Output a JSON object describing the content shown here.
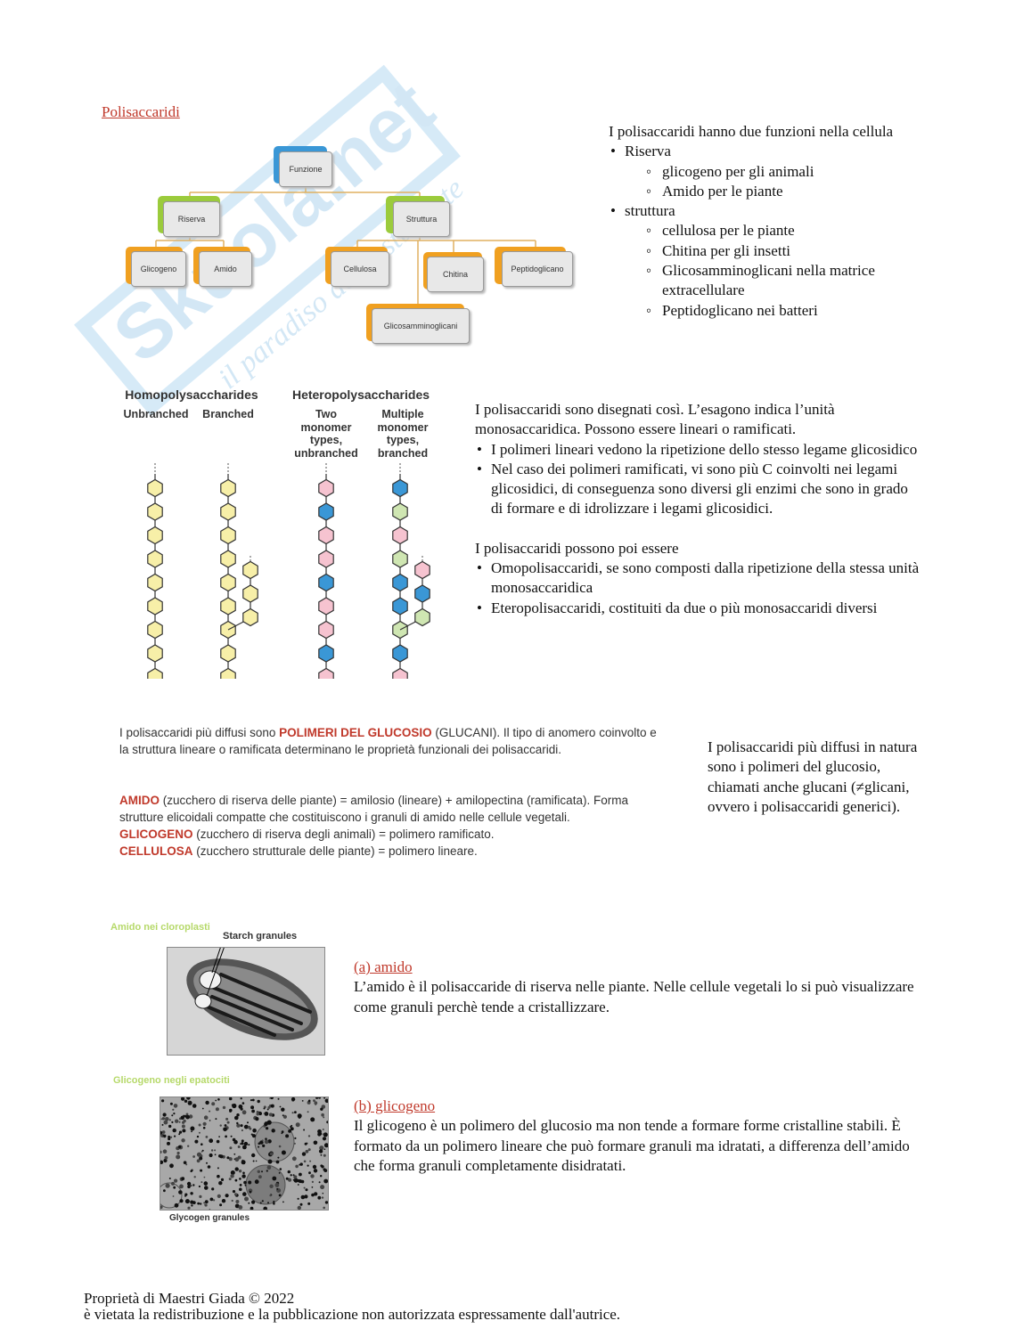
{
  "watermark": {
    "brand": "Skuola.net",
    "tagline": "il paradiso dello studente"
  },
  "section_title": "Polisaccaridi",
  "diagram": {
    "root": "Funzione",
    "level1": [
      "Riserva",
      "Struttura"
    ],
    "reserve": [
      "Glicogeno",
      "Amido"
    ],
    "structure": [
      "Cellulosa",
      "Chitina",
      "Peptidoglicano"
    ],
    "extra": "Glicosamminoglicani"
  },
  "functions": {
    "intro": "I polisaccaridi hanno due funzioni nella cellula",
    "groups": [
      {
        "label": "Riserva",
        "items": [
          "glicogeno per gli animali",
          "Amido per le piante"
        ]
      },
      {
        "label": "struttura",
        "items": [
          "cellulosa per le piante",
          "Chitina per gli insetti",
          "Glicosamminoglicani nella matrice extracellulare",
          "Peptidoglicano nei batteri"
        ]
      }
    ]
  },
  "figure2": {
    "homo": "Homopolysaccharides",
    "hetero": "Heteropolysaccharides",
    "unbranched": "Unbranched",
    "branched": "Branched",
    "two": "Two monomer types, unbranched",
    "multi": "Multiple monomer types, branched"
  },
  "structure_text": {
    "intro": "I polisaccaridi sono disegnati così. L’esagono indica l’unità monosaccaridica. Possono essere lineari o ramificati.",
    "bullets": [
      "I polimeri lineari vedono la ripetizione dello stesso legame glicosidico",
      "Nel caso dei polimeri ramificati, vi sono più C coinvolti nei legami glicosidici, di conseguenza sono diversi gli enzimi che sono in grado di formare e di idrolizzare i legami glicosidici."
    ],
    "intro2": "I polisaccaridi possono poi essere",
    "bullets2": [
      "Omopolisaccaridi, se sono composti dalla ripetizione della stessa unità monosaccaridica",
      "Eteropolisaccaridi, costituiti da due o più monosaccaridi diversi"
    ]
  },
  "glucan_box": {
    "l1a": "I polisaccaridi più diffusi sono ",
    "l1b": "POLIMERI DEL GLUCOSIO",
    "l1c": " (GLUCANI). Il tipo di anomero coinvolto e",
    "l2": "la struttura lineare o ramificata determinano le proprietà funzionali dei polisaccaridi.",
    "amido_k": "AMIDO",
    "amido_v": " (zucchero di riserva delle piante) = amilosio (lineare) + amilopectina (ramificata). Forma",
    "amido_v2": "strutture elicoidali compatte che costituiscono i granuli di amido nelle cellule vegetali.",
    "glic_k": "GLICOGENO",
    "glic_v": " (zucchero di riserva degli animali) = polimero ramificato.",
    "cell_k": "CELLULOSA",
    "cell_v": " (zucchero strutturale delle piante) = polimero lineare."
  },
  "glucan_text": "I polisaccaridi più diffusi in natura sono i polimeri del glucosio, chiamati anche glucani (≠glicani, ovvero i polisaccaridi generici).",
  "amido": {
    "img_caption": "Amido nei cloroplasti",
    "img_label": "Starch granules",
    "heading": "(a) amido",
    "text": "L’amido è il polisaccaride di riserva nelle piante. Nelle cellule vegetali lo si può visualizzare come granuli perchè tende a cristallizzare."
  },
  "glicogeno": {
    "img_caption": "Glicogeno negli epatociti",
    "img_label": "Glycogen granules",
    "heading": "(b) glicogeno",
    "text": "Il glicogeno è un polimero del glucosio ma non tende a formare forme cristalline stabili. È formato da un polimero lineare che può formare granuli ma idratati, a differenza dell’amido che forma granuli completamente disidratati."
  },
  "footer": {
    "line1": "Proprietà di Maestri Giada  © 2022",
    "line2": "è vietata la redistribuzione e la pubblicazione non autorizzata espressamente dall'autrice."
  },
  "colors": {
    "link": "#c0392b",
    "hex_yellow": "#f7efa8",
    "hex_pink": "#f6c3d0",
    "hex_blue": "#3a97d6",
    "hex_green": "#cfe6b2"
  }
}
